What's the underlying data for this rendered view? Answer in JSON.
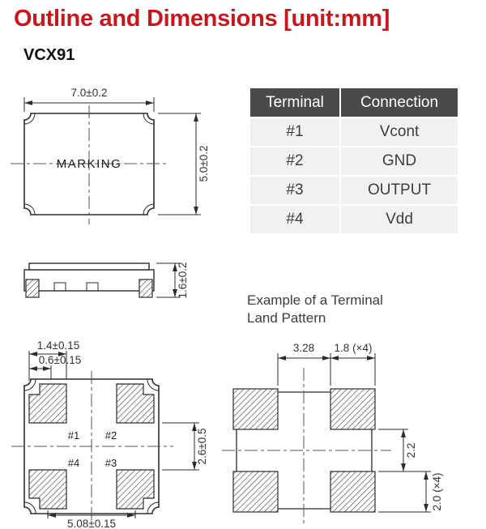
{
  "title": "Outline and Dimensions [unit:mm]",
  "model": "VCX91",
  "colors": {
    "title_red": "#c8161d",
    "table_header_bg": "#4a4a4c",
    "table_row_bg": "#f1f1f2",
    "line": "#2b2b2b"
  },
  "terminal_table": {
    "headers": [
      "Terminal",
      "Connection"
    ],
    "rows": [
      {
        "terminal": "#1",
        "connection": "Vcont"
      },
      {
        "terminal": "#2",
        "connection": "GND"
      },
      {
        "terminal": "#3",
        "connection": "OUTPUT"
      },
      {
        "terminal": "#4",
        "connection": "Vdd"
      }
    ]
  },
  "top_view": {
    "width_dim": "7.0±0.2",
    "height_dim": "5.0±0.2",
    "marking": "MARKING"
  },
  "side_view": {
    "height_dim": "1.6±0.2"
  },
  "land_pattern_caption": "Example of a Terminal Land Pattern",
  "bottom_view": {
    "dim_pad_width": "1.4±0.15",
    "dim_pad_inner": "0.6±0.15",
    "dim_vertical": "2.6±0.5",
    "dim_pitch": "5.08±0.15",
    "pad_labels": {
      "p1": "#1",
      "p2": "#2",
      "p3": "#3",
      "p4": "#4"
    }
  },
  "land_pattern": {
    "dim_gap": "3.28",
    "dim_pad_width": "1.8 (×4)",
    "dim_gap_v": "2.2",
    "dim_pad_height": "2.0 (×4)"
  }
}
